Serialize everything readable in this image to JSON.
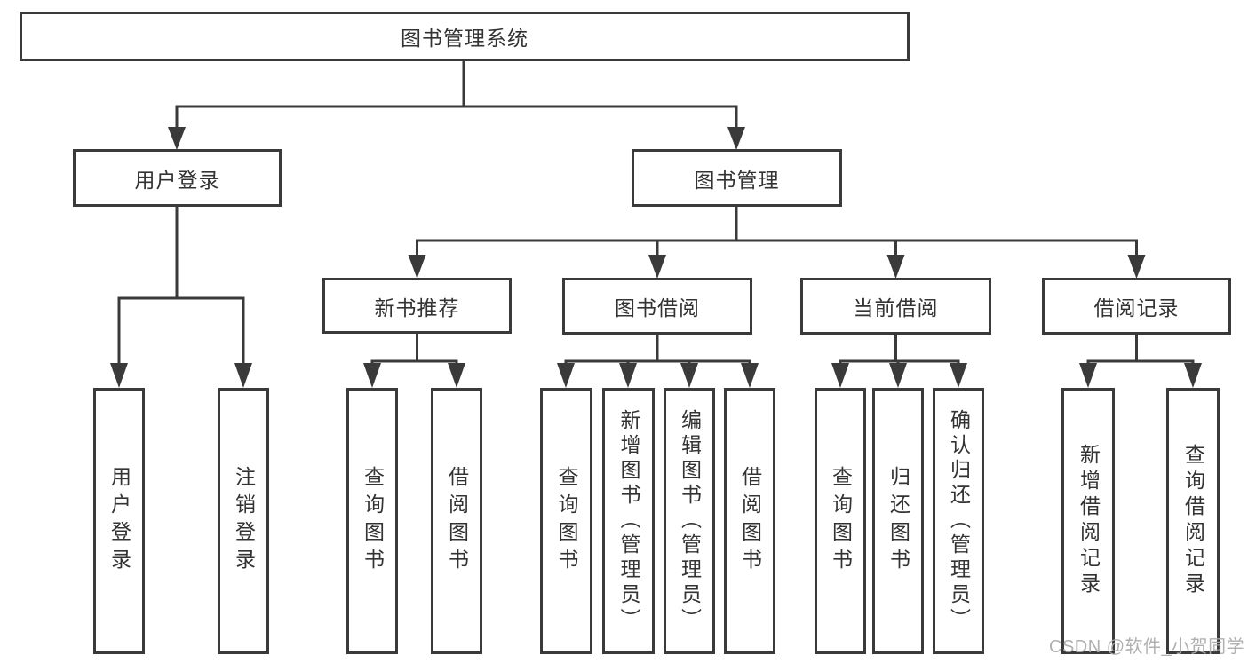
{
  "diagram": {
    "root": {
      "label": "图书管理系统"
    },
    "level2": [
      {
        "label": "用户登录"
      },
      {
        "label": "图书管理"
      }
    ],
    "level3": [
      {
        "label": "新书推荐"
      },
      {
        "label": "图书借阅"
      },
      {
        "label": "当前借阅"
      },
      {
        "label": "借阅记录"
      }
    ],
    "leaves": {
      "user_login": [
        "用户登录",
        "注销登录"
      ],
      "new_book_recommend": [
        "查询图书",
        "借阅图书"
      ],
      "book_borrow": [
        "查询图书",
        "新增图书（管理员）",
        "编辑图书（管理员）",
        "借阅图书"
      ],
      "current_borrow": [
        "查询图书",
        "归还图书",
        "确认归还（管理员）"
      ],
      "borrow_records": [
        "新增借阅记录",
        "查询借阅记录"
      ]
    }
  },
  "watermark": {
    "text": "CSDN @软件_小贺同学"
  },
  "colors": {
    "line": "#3a3a3a",
    "text": "#333333",
    "watermark": "#acacac",
    "background": "#ffffff"
  }
}
